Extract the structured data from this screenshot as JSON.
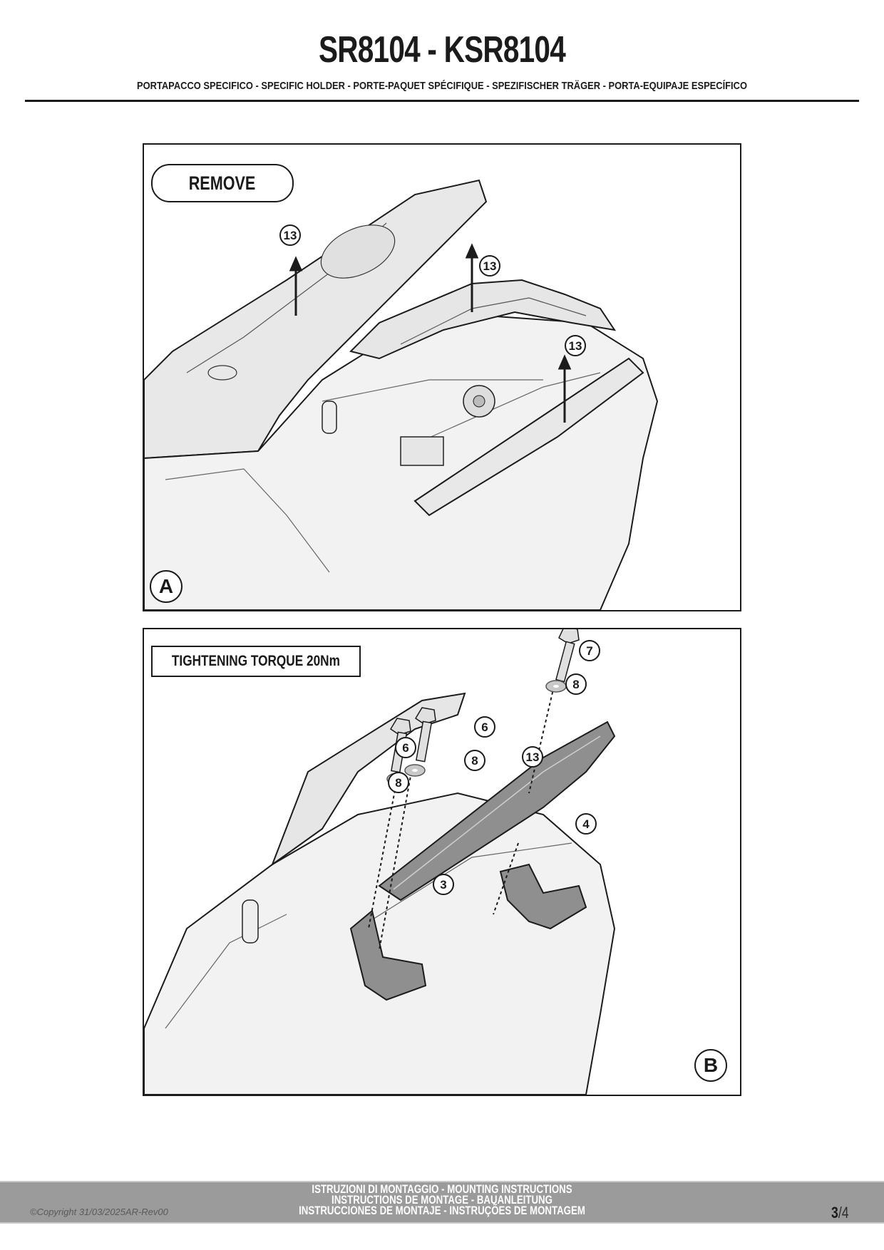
{
  "header": {
    "title": "SR8104 - KSR8104",
    "subtitle": "PORTAPACCO SPECIFICO  -  SPECIFIC HOLDER - PORTE-PAQUET SPÉCIFIQUE - SPEZIFISCHER TRÄGER - PORTA-EQUIPAJE ESPECÍFICO"
  },
  "panel_a": {
    "label": "REMOVE",
    "step": "A",
    "callouts": [
      "13",
      "13",
      "13"
    ]
  },
  "panel_b": {
    "label": "TIGHTENING TORQUE 20Nm",
    "step": "B",
    "callouts": {
      "bolt_rear": "7",
      "washer_rear": "8",
      "bolt_front_right": "6",
      "bolt_front_left": "6",
      "washer_front_right": "8",
      "washer_front_left": "8",
      "rack": "13",
      "bracket_right": "4",
      "bracket_left": "3"
    }
  },
  "footer": {
    "copyright": "©Copyright 31/03/2025AR-Rev00",
    "lines": [
      "ISTRUZIONI DI MONTAGGIO  -  MOUNTING INSTRUCTIONS",
      "INSTRUCTIONS DE MONTAGE - BAUANLEITUNG",
      "INSTRUCCIONES DE MONTAJE - INSTRUÇÕES DE MONTAGEM"
    ],
    "page_current": "3",
    "page_total": "/4"
  }
}
